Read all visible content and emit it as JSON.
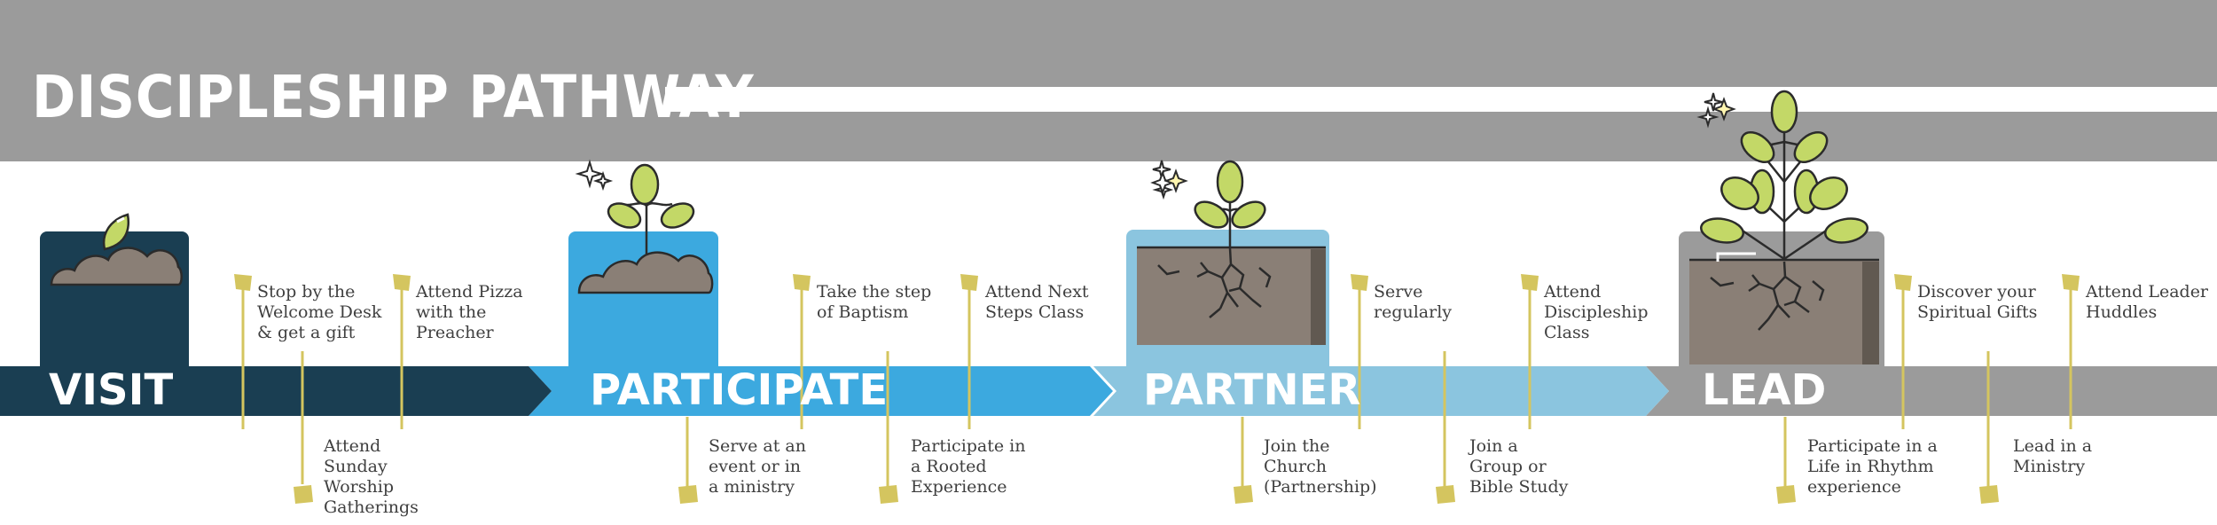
{
  "title": "DISCIPLESHIP PATHWAY",
  "colors": {
    "header": "#9b9b9b",
    "visit": "#1a3e52",
    "participate": "#3ca9df",
    "partner": "#8bc5df",
    "lead": "#9b9b9b",
    "connector": "#d4c55f",
    "leaf": "#c3d867",
    "soil": "#8a7f76"
  },
  "stages": [
    {
      "label": "VISIT",
      "icon": "seed-sprout-icon"
    },
    {
      "label": "PARTICIPATE",
      "icon": "small-sprout-icon"
    },
    {
      "label": "PARTNER",
      "icon": "rooted-plant-icon"
    },
    {
      "label": "LEAD",
      "icon": "mature-plant-icon"
    }
  ],
  "steps": [
    {
      "stage": "VISIT",
      "text": "Stop by the Welcome Desk & get a gift"
    },
    {
      "stage": "VISIT",
      "text": "Attend Pizza with the Preacher"
    },
    {
      "stage": "VISIT",
      "text": "Attend Sunday Worship Gatherings"
    },
    {
      "stage": "PARTICIPATE",
      "text": "Take the step of Baptism"
    },
    {
      "stage": "PARTICIPATE",
      "text": "Attend Next Steps Class"
    },
    {
      "stage": "PARTICIPATE",
      "text": "Serve at an event or in a ministry"
    },
    {
      "stage": "PARTICIPATE",
      "text": "Participate in a Rooted Experience"
    },
    {
      "stage": "PARTNER",
      "text": "Serve regularly"
    },
    {
      "stage": "PARTNER",
      "text": "Attend Discipleship Class"
    },
    {
      "stage": "PARTNER",
      "text": "Join the Church (Partnership)"
    },
    {
      "stage": "PARTNER",
      "text": "Join a Group or Bible Study"
    },
    {
      "stage": "LEAD",
      "text": "Discover your Spiritual Gifts"
    },
    {
      "stage": "LEAD",
      "text": "Attend Leader Huddles"
    },
    {
      "stage": "LEAD",
      "text": "Participate in a Life in Rhythm experience"
    },
    {
      "stage": "LEAD",
      "text": "Lead in a Ministry"
    }
  ]
}
